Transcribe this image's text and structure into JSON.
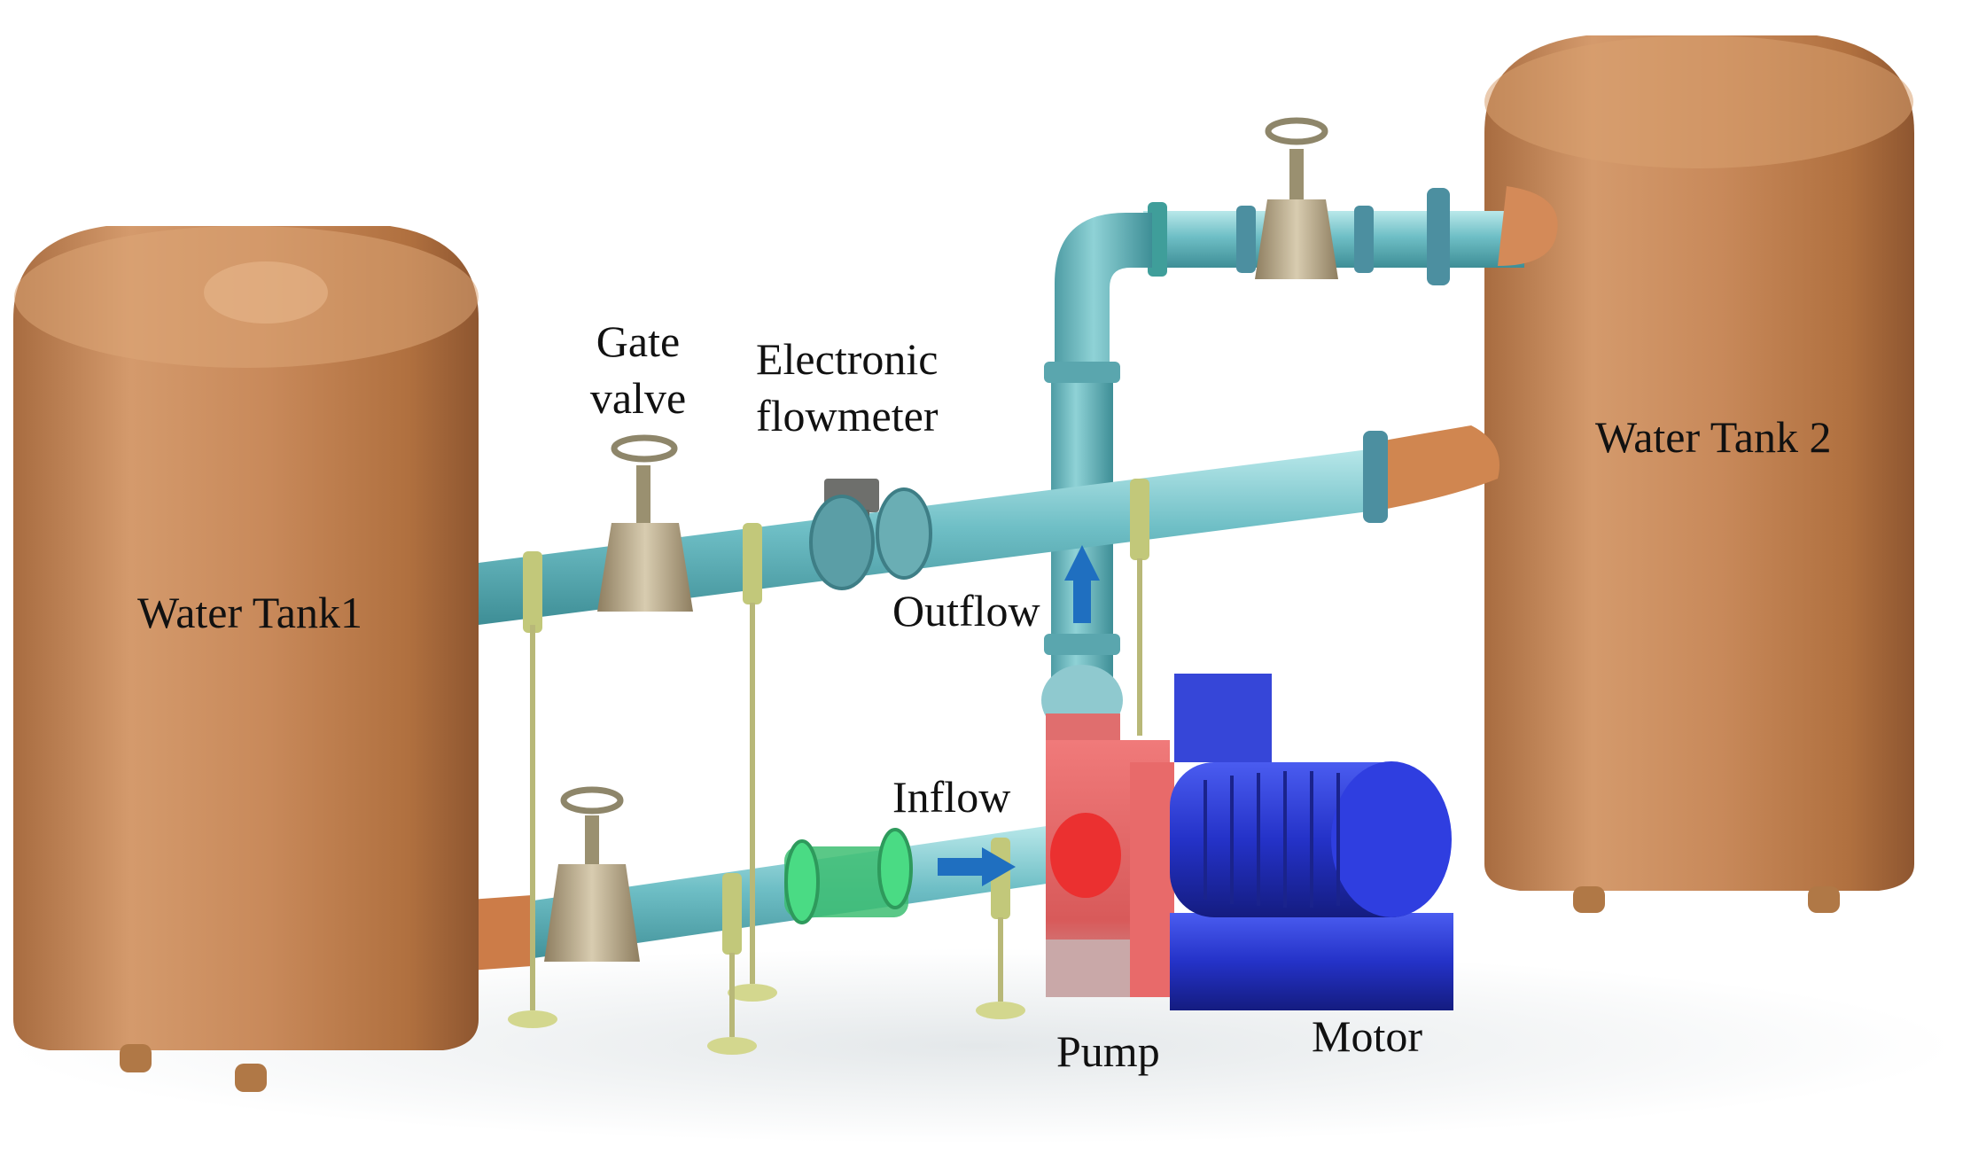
{
  "labels": {
    "water_tank_1": "Water Tank1",
    "water_tank_2": "Water Tank 2",
    "gate_valve_line1": "Gate",
    "gate_valve_line2": "valve",
    "flowmeter_line1": "Electronic",
    "flowmeter_line2": "flowmeter",
    "outflow": "Outflow",
    "inflow": "Inflow",
    "pump": "Pump",
    "motor": "Motor"
  },
  "colors": {
    "copper": "#C8895A",
    "copper_light": "#E2AC80",
    "copper_dark": "#9C6238",
    "pipe_teal": "#7CC6CC",
    "pipe_teal_dark": "#3E8E96",
    "pipe_green": "#4BB38C",
    "pump_red": "#E06060",
    "motor_blue": "#2432C8",
    "arrow_blue": "#1F6FC0",
    "valve_brass": "#B8A888",
    "flowmeter_green": "#39D07A",
    "support_olive": "#A7A56A"
  }
}
